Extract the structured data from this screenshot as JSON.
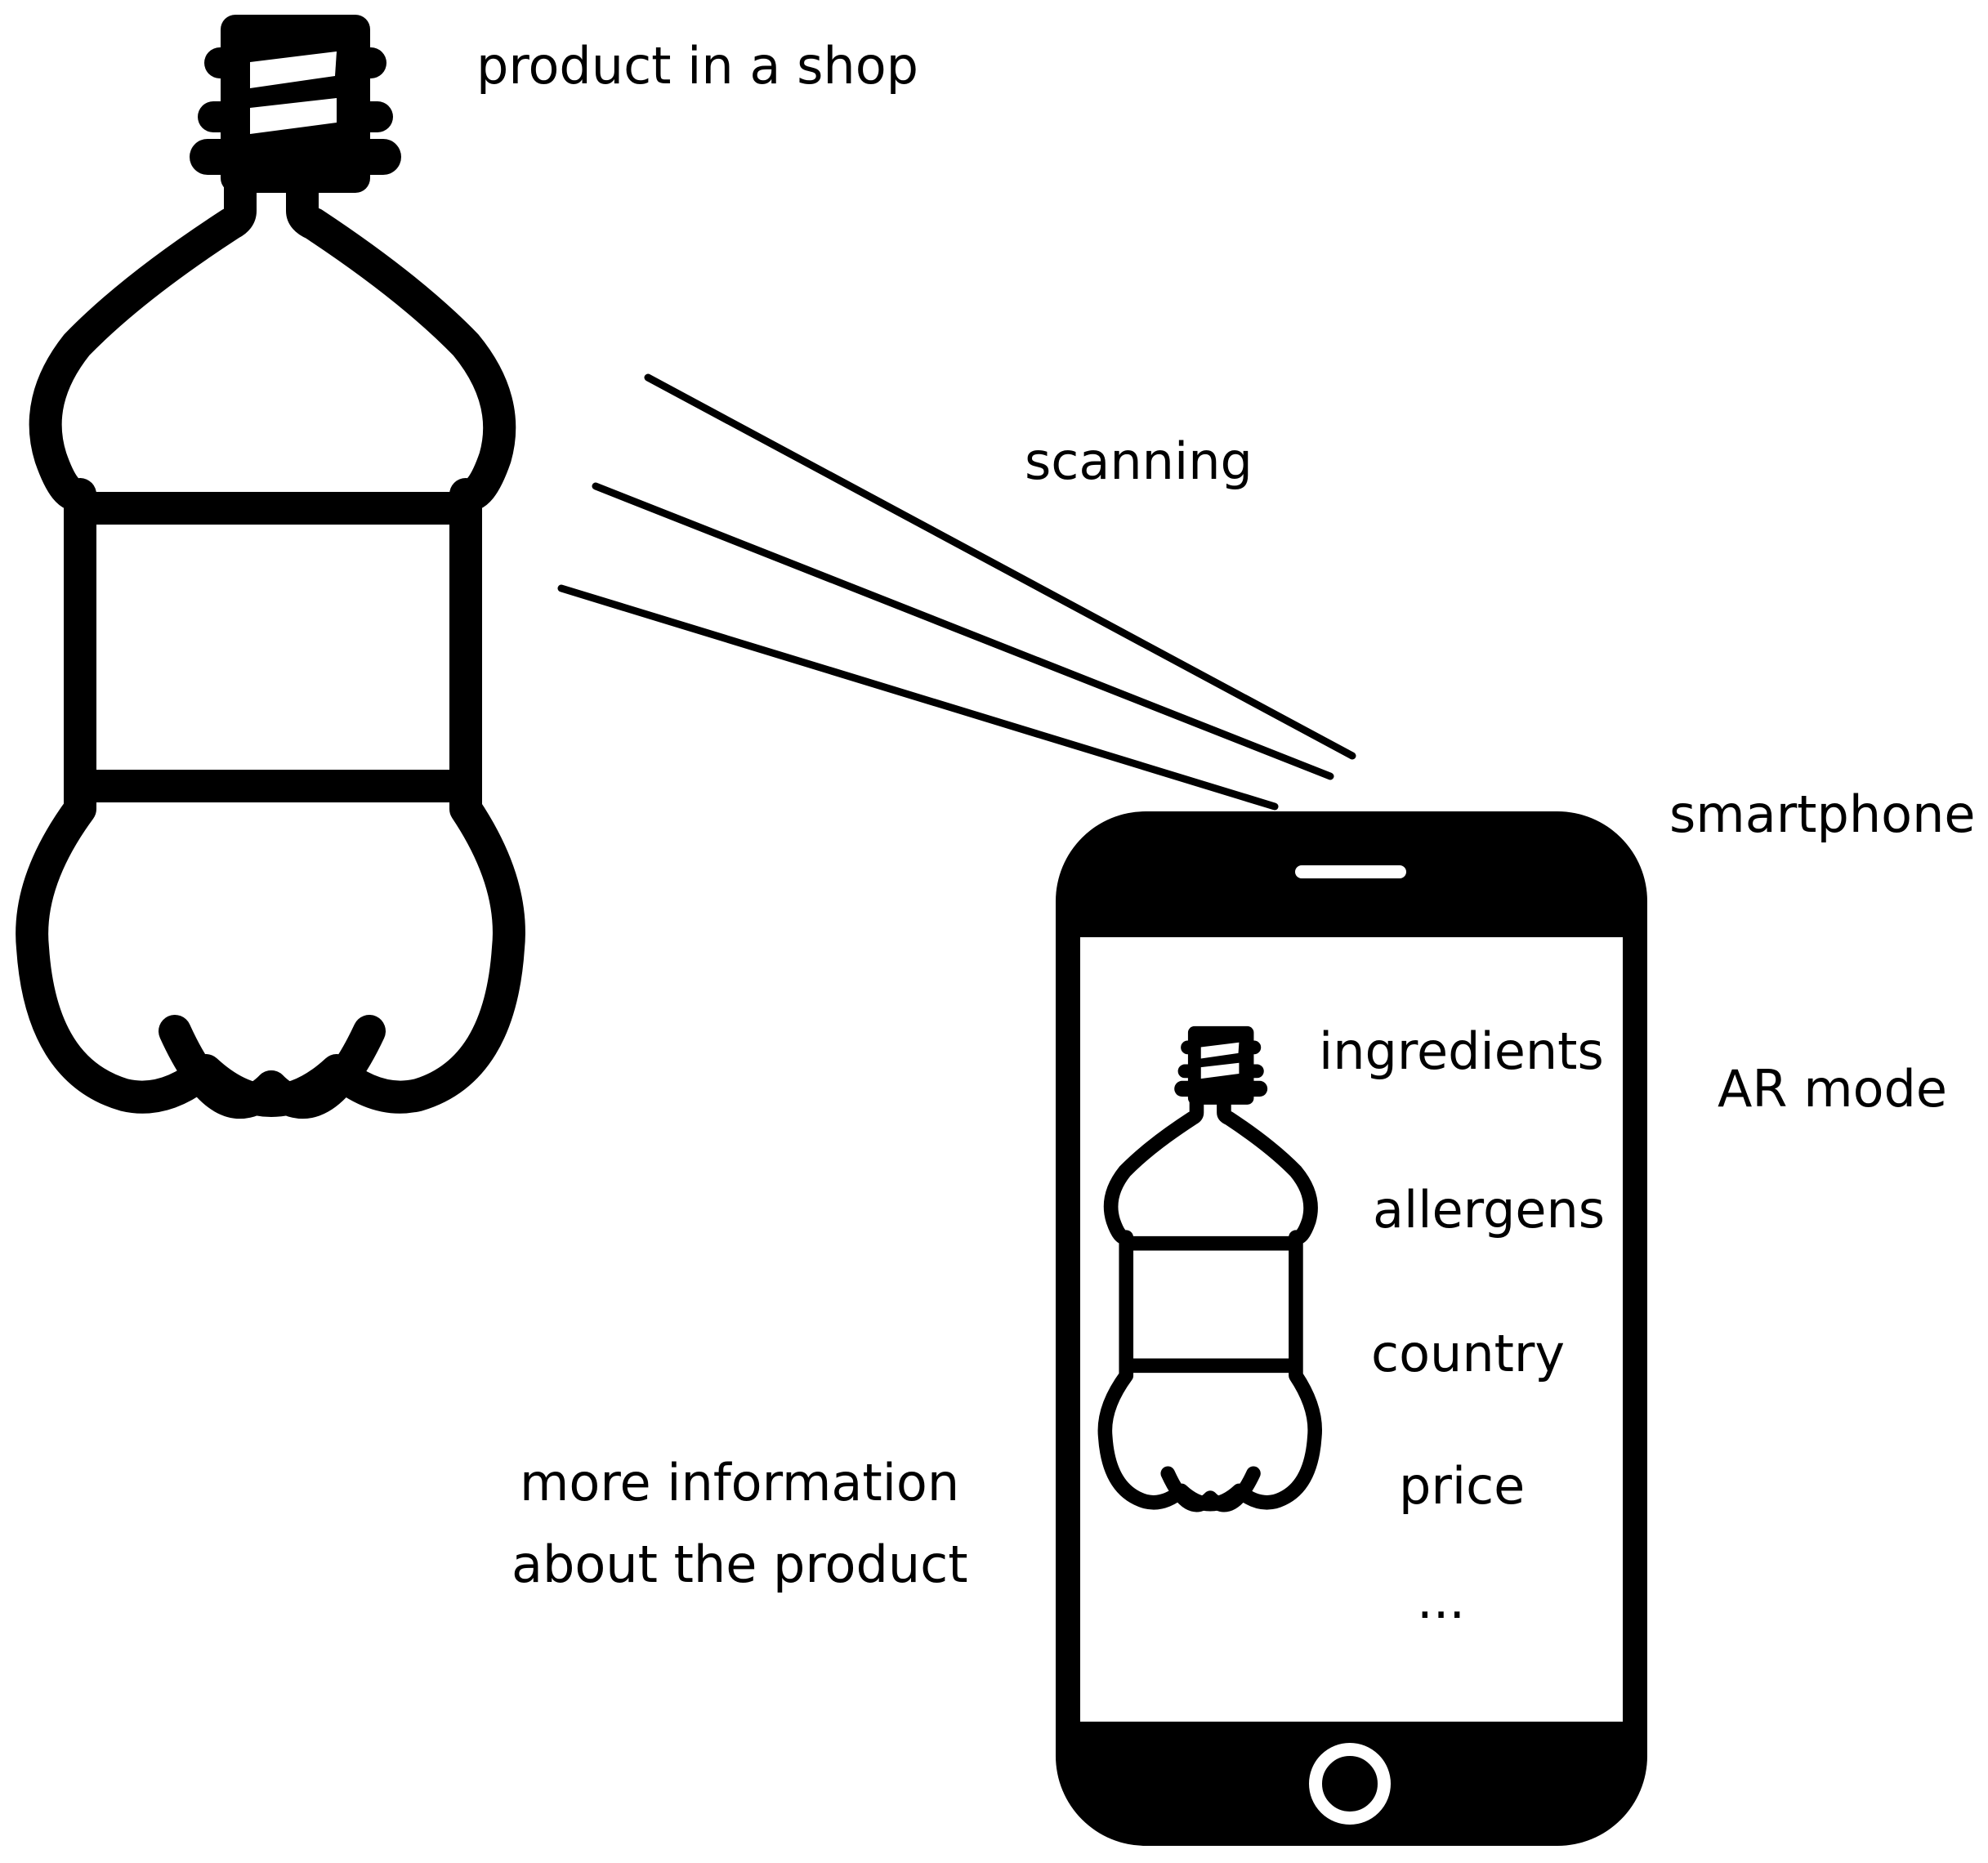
{
  "labels": {
    "product": "product in a shop",
    "scanning": "scanning",
    "smartphone": "smartphone",
    "ar_mode": "AR mode",
    "more_info_line1": "more information",
    "more_info_line2": "about the product"
  },
  "screen_items": [
    "ingredients",
    "allergens",
    "country",
    "price",
    "..."
  ],
  "icons": {
    "product": "bottle-icon",
    "phone": "smartphone-icon",
    "screen_product": "bottle-icon",
    "home_button": "home-button-icon",
    "speaker": "speaker-slot-icon"
  },
  "colors": {
    "ink": "#000000",
    "background": "#ffffff"
  }
}
